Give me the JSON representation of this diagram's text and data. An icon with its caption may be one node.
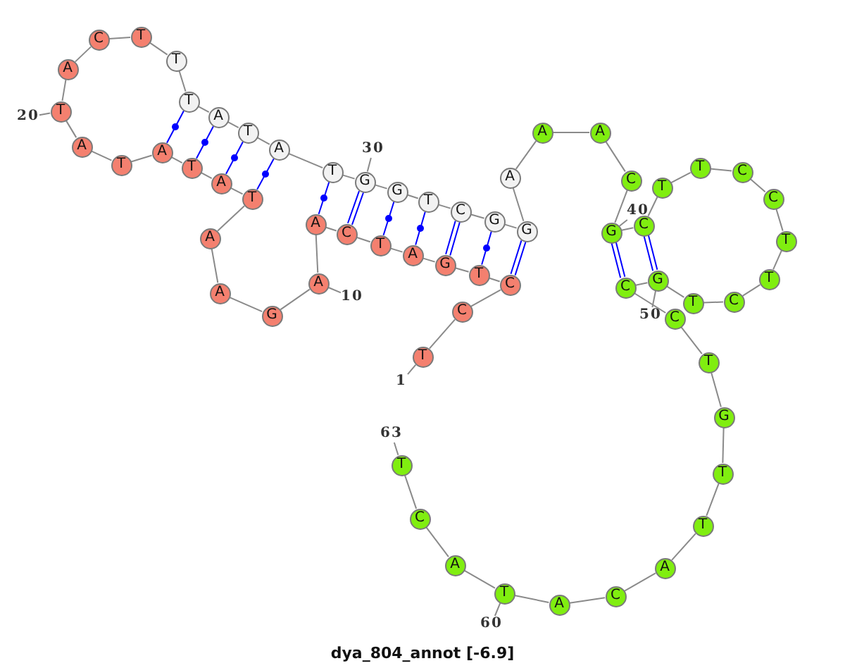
{
  "diagram": {
    "caption": "dya_804_annot [-6.9]",
    "nodes": [
      {
        "text": [
          "T"
        ]
      },
      {
        "text": [
          "C"
        ]
      },
      {
        "text": [
          "C"
        ]
      },
      {
        "text": [
          "T"
        ]
      },
      {
        "text": [
          "G"
        ]
      },
      {
        "text": [
          "A"
        ]
      },
      {
        "text": [
          "T"
        ]
      },
      {
        "text": [
          "C"
        ]
      },
      {
        "text": [
          "A"
        ]
      },
      {
        "text": [
          "A"
        ]
      },
      {
        "text": [
          "G"
        ]
      },
      {
        "text": [
          "A"
        ]
      },
      {
        "text": [
          "A"
        ]
      },
      {
        "text": [
          "T"
        ]
      },
      {
        "text": [
          "A"
        ]
      },
      {
        "text": [
          "T"
        ]
      },
      {
        "text": [
          "A"
        ]
      },
      {
        "text": [
          "T"
        ]
      },
      {
        "text": [
          "A"
        ]
      },
      {
        "text": [
          "T"
        ]
      },
      {
        "text": [
          "A"
        ]
      },
      {
        "text": [
          "C"
        ]
      },
      {
        "text": [
          "T"
        ]
      },
      {
        "text": [
          "T"
        ]
      },
      {
        "text": [
          "T"
        ]
      },
      {
        "text": [
          "A"
        ]
      },
      {
        "text": [
          "T"
        ]
      },
      {
        "text": [
          "A"
        ]
      },
      {
        "text": [
          "T"
        ]
      },
      {
        "text": [
          "G"
        ]
      },
      {
        "text": [
          "G"
        ]
      },
      {
        "text": [
          "T"
        ]
      },
      {
        "text": [
          "C"
        ]
      },
      {
        "text": [
          "G"
        ]
      },
      {
        "text": [
          "G"
        ]
      },
      {
        "text": [
          "A"
        ]
      },
      {
        "text": [
          "A"
        ]
      },
      {
        "text": [
          "A"
        ]
      },
      {
        "text": [
          "C"
        ]
      },
      {
        "text": [
          "G"
        ]
      },
      {
        "text": [
          "C"
        ]
      },
      {
        "text": [
          "T"
        ]
      },
      {
        "text": [
          "T"
        ]
      },
      {
        "text": [
          "C"
        ]
      },
      {
        "text": [
          "C"
        ]
      },
      {
        "text": [
          "T"
        ]
      },
      {
        "text": [
          "T"
        ]
      },
      {
        "text": [
          "C"
        ]
      },
      {
        "text": [
          "T"
        ]
      },
      {
        "text": [
          "G"
        ]
      },
      {
        "text": [
          "C"
        ]
      },
      {
        "text": [
          "C"
        ]
      },
      {
        "text": [
          "T"
        ]
      },
      {
        "text": [
          "G"
        ]
      },
      {
        "text": [
          "T"
        ]
      },
      {
        "text": [
          "T"
        ]
      },
      {
        "text": [
          "A"
        ]
      },
      {
        "text": [
          "C"
        ]
      },
      {
        "text": [
          "A"
        ]
      },
      {
        "text": [
          "T"
        ]
      },
      {
        "text": [
          "A"
        ]
      },
      {
        "text": [
          "C"
        ]
      },
      {
        "text": [
          "T"
        ]
      },
      {
        "text": [
          "1"
        ]
      },
      {
        "text": [
          "10"
        ]
      },
      {
        "text": [
          "20"
        ]
      },
      {
        "text": [
          "30"
        ]
      },
      {
        "text": [
          "40"
        ]
      },
      {
        "text": [
          "50"
        ]
      },
      {
        "text": [
          "60"
        ]
      },
      {
        "text": [
          "63"
        ]
      }
    ],
    "edges": [
      {
        "from": 0,
        "to": 1,
        "arrow": "none"
      },
      {
        "from": 1,
        "to": 2,
        "arrow": "none"
      },
      {
        "from": 2,
        "to": 3,
        "arrow": "none"
      },
      {
        "from": 3,
        "to": 4,
        "arrow": "none"
      },
      {
        "from": 4,
        "to": 5,
        "arrow": "none"
      },
      {
        "from": 5,
        "to": 6,
        "arrow": "none"
      },
      {
        "from": 6,
        "to": 7,
        "arrow": "none"
      },
      {
        "from": 7,
        "to": 8,
        "arrow": "none"
      },
      {
        "from": 8,
        "to": 9,
        "arrow": "none"
      },
      {
        "from": 9,
        "to": 10,
        "arrow": "none"
      },
      {
        "from": 10,
        "to": 11,
        "arrow": "none"
      },
      {
        "from": 11,
        "to": 12,
        "arrow": "none"
      },
      {
        "from": 12,
        "to": 13,
        "arrow": "none"
      },
      {
        "from": 13,
        "to": 14,
        "arrow": "none"
      },
      {
        "from": 14,
        "to": 15,
        "arrow": "none"
      },
      {
        "from": 15,
        "to": 16,
        "arrow": "none"
      },
      {
        "from": 16,
        "to": 17,
        "arrow": "none"
      },
      {
        "from": 17,
        "to": 18,
        "arrow": "none"
      },
      {
        "from": 18,
        "to": 19,
        "arrow": "none"
      },
      {
        "from": 19,
        "to": 20,
        "arrow": "none"
      },
      {
        "from": 20,
        "to": 21,
        "arrow": "none"
      },
      {
        "from": 21,
        "to": 22,
        "arrow": "none"
      },
      {
        "from": 22,
        "to": 23,
        "arrow": "none"
      },
      {
        "from": 23,
        "to": 24,
        "arrow": "none"
      },
      {
        "from": 24,
        "to": 25,
        "arrow": "none"
      },
      {
        "from": 25,
        "to": 26,
        "arrow": "none"
      },
      {
        "from": 26,
        "to": 27,
        "arrow": "none"
      },
      {
        "from": 27,
        "to": 28,
        "arrow": "none"
      },
      {
        "from": 28,
        "to": 29,
        "arrow": "none"
      },
      {
        "from": 29,
        "to": 30,
        "arrow": "none"
      },
      {
        "from": 30,
        "to": 31,
        "arrow": "none"
      },
      {
        "from": 31,
        "to": 32,
        "arrow": "none"
      },
      {
        "from": 32,
        "to": 33,
        "arrow": "none"
      },
      {
        "from": 33,
        "to": 34,
        "arrow": "none"
      },
      {
        "from": 34,
        "to": 35,
        "arrow": "none"
      },
      {
        "from": 35,
        "to": 36,
        "arrow": "none"
      },
      {
        "from": 36,
        "to": 37,
        "arrow": "none"
      },
      {
        "from": 37,
        "to": 38,
        "arrow": "none"
      },
      {
        "from": 38,
        "to": 39,
        "arrow": "none"
      },
      {
        "from": 39,
        "to": 40,
        "arrow": "none"
      },
      {
        "from": 40,
        "to": 41,
        "arrow": "none"
      },
      {
        "from": 41,
        "to": 42,
        "arrow": "none"
      },
      {
        "from": 42,
        "to": 43,
        "arrow": "none"
      },
      {
        "from": 43,
        "to": 44,
        "arrow": "none"
      },
      {
        "from": 44,
        "to": 45,
        "arrow": "none"
      },
      {
        "from": 45,
        "to": 46,
        "arrow": "none"
      },
      {
        "from": 46,
        "to": 47,
        "arrow": "none"
      },
      {
        "from": 47,
        "to": 48,
        "arrow": "none"
      },
      {
        "from": 48,
        "to": 49,
        "arrow": "none"
      },
      {
        "from": 49,
        "to": 50,
        "arrow": "none"
      },
      {
        "from": 50,
        "to": 51,
        "arrow": "none"
      },
      {
        "from": 51,
        "to": 52,
        "arrow": "none"
      },
      {
        "from": 52,
        "to": 53,
        "arrow": "none"
      },
      {
        "from": 53,
        "to": 54,
        "arrow": "none"
      },
      {
        "from": 54,
        "to": 55,
        "arrow": "none"
      },
      {
        "from": 55,
        "to": 56,
        "arrow": "none"
      },
      {
        "from": 56,
        "to": 57,
        "arrow": "none"
      },
      {
        "from": 57,
        "to": 58,
        "arrow": "none"
      },
      {
        "from": 58,
        "to": 59,
        "arrow": "none"
      },
      {
        "from": 59,
        "to": 60,
        "arrow": "none"
      },
      {
        "from": 60,
        "to": 61,
        "arrow": "none"
      },
      {
        "from": 61,
        "to": 62,
        "arrow": "none"
      },
      {
        "from": 16,
        "to": 24,
        "arrow": "none",
        "color": "#0000ff"
      },
      {
        "from": 15,
        "to": 25,
        "arrow": "none",
        "color": "#0000ff"
      },
      {
        "from": 14,
        "to": 26,
        "arrow": "none",
        "color": "#0000ff"
      },
      {
        "from": 13,
        "to": 27,
        "arrow": "none",
        "color": "#0000ff"
      },
      {
        "from": 8,
        "to": 28,
        "arrow": "none",
        "color": "#0000ff"
      },
      {
        "from": 7,
        "to": 29,
        "arrow": "none",
        "color": "#0000ff"
      },
      {
        "from": 6,
        "to": 30,
        "arrow": "none",
        "color": "#0000ff"
      },
      {
        "from": 5,
        "to": 31,
        "arrow": "none",
        "color": "#0000ff"
      },
      {
        "from": 4,
        "to": 32,
        "arrow": "none",
        "color": "#0000ff"
      },
      {
        "from": 3,
        "to": 33,
        "arrow": "none",
        "color": "#0000ff"
      },
      {
        "from": 2,
        "to": 34,
        "arrow": "none",
        "color": "#0000ff"
      },
      {
        "from": 39,
        "to": 50,
        "arrow": "none",
        "color": "#0000ff"
      },
      {
        "from": 40,
        "to": 49,
        "arrow": "none",
        "color": "#0000ff"
      },
      {
        "from": 63,
        "to": 0,
        "arrow": "none"
      },
      {
        "from": 64,
        "to": 9,
        "arrow": "none"
      },
      {
        "from": 65,
        "to": 19,
        "arrow": "none"
      },
      {
        "from": 66,
        "to": 29,
        "arrow": "none"
      },
      {
        "from": 67,
        "to": 39,
        "arrow": "none"
      },
      {
        "from": 68,
        "to": 49,
        "arrow": "none"
      },
      {
        "from": 69,
        "to": 59,
        "arrow": "none"
      },
      {
        "from": 70,
        "to": 62,
        "arrow": "none"
      }
    ]
  }
}
